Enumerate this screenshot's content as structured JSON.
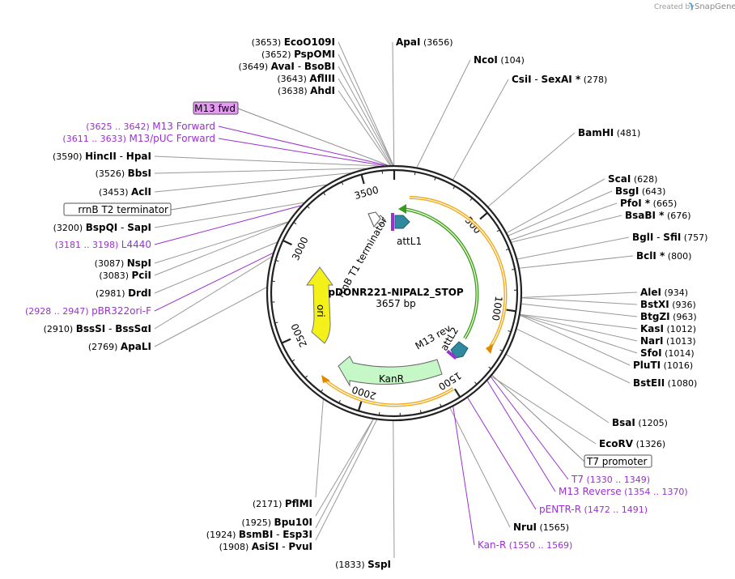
{
  "watermark": "Created by",
  "brand": "SnapGene",
  "plasmid": {
    "name": "pDONR221-NIPAL2_STOP",
    "size": "3657 bp"
  },
  "colors": {
    "backbone": "#222222",
    "primer": "#9b30d0",
    "orange": "#f0a000",
    "green": "#3a9a1a",
    "teal": "#2f8aa0",
    "ori": "#f3f01a",
    "kanr": "#c6f7c6",
    "m13box": "#e59bf2"
  },
  "ticks": [
    "500",
    "1000",
    "1500",
    "2000",
    "2500",
    "3000",
    "3500"
  ],
  "features": {
    "attL1": "attL1",
    "attL2": "attL2",
    "m13rev": "M13 rev",
    "rrnb": "rrnB T1 terminator",
    "ori": "ori",
    "kanr": "KanR"
  },
  "left_sites": [
    {
      "pos": "(3653)",
      "name": "EcoO109I"
    },
    {
      "pos": "(3652)",
      "name": "PspOMI"
    },
    {
      "pos": "(3649)",
      "name": "AvaI",
      "name2": "BsoBI"
    },
    {
      "pos": "(3643)",
      "name": "AflIII"
    },
    {
      "pos": "(3638)",
      "name": "AhdI"
    },
    {
      "box": "M13 fwd"
    },
    {
      "pos": "(3625 .. 3642)",
      "name": "M13 Forward",
      "primer": true
    },
    {
      "pos": "(3611 .. 3633)",
      "name": "M13/pUC Forward",
      "primer": true
    },
    {
      "pos": "(3590)",
      "name": "HincII",
      "name2": "HpaI"
    },
    {
      "pos": "(3526)",
      "name": "BbsI"
    },
    {
      "pos": "(3453)",
      "name": "AclI"
    },
    {
      "box": "rrnB T2 terminator"
    },
    {
      "pos": "(3200)",
      "name": "BspQI",
      "name2": "SapI"
    },
    {
      "pos": "(3181 .. 3198)",
      "name": "L4440",
      "primer": true
    },
    {
      "pos": "(3087)",
      "name": "NspI"
    },
    {
      "pos": "(3083)",
      "name": "PciI"
    },
    {
      "pos": "(2981)",
      "name": "DrdI"
    },
    {
      "pos": "(2928 .. 2947)",
      "name": "pBR322ori-F",
      "primer": true
    },
    {
      "pos": "(2910)",
      "name": "BssSI",
      "name2": "BssSαI"
    },
    {
      "pos": "(2769)",
      "name": "ApaLI"
    }
  ],
  "right_sites": [
    {
      "name": "ApaI",
      "pos": "(3656)"
    },
    {
      "name": "NcoI",
      "pos": "(104)"
    },
    {
      "name": "CsiI",
      "name2": "SexAI *",
      "pos": "(278)"
    },
    {
      "name": "BamHI",
      "pos": "(481)"
    },
    {
      "name": "ScaI",
      "pos": "(628)"
    },
    {
      "name": "BsgI",
      "pos": "(643)"
    },
    {
      "name": "PfoI *",
      "pos": "(665)"
    },
    {
      "name": "BsaBI *",
      "pos": "(676)"
    },
    {
      "name": "BglI",
      "name2": "SfiI",
      "pos": "(757)"
    },
    {
      "name": "BclI *",
      "pos": "(800)"
    },
    {
      "name": "AleI",
      "pos": "(934)"
    },
    {
      "name": "BstXI",
      "pos": "(936)"
    },
    {
      "name": "BtgZI",
      "pos": "(963)"
    },
    {
      "name": "KasI",
      "pos": "(1012)"
    },
    {
      "name": "NarI",
      "pos": "(1013)"
    },
    {
      "name": "SfoI",
      "pos": "(1014)"
    },
    {
      "name": "PluTI",
      "pos": "(1016)"
    },
    {
      "name": "BstEII",
      "pos": "(1080)"
    },
    {
      "name": "BsaI",
      "pos": "(1205)"
    },
    {
      "name": "EcoRV",
      "pos": "(1326)"
    },
    {
      "box": "T7 promoter"
    },
    {
      "name": "T7",
      "pos": "(1330 .. 1349)",
      "primer": true
    },
    {
      "name": "M13 Reverse",
      "pos": "(1354 .. 1370)",
      "primer": true
    },
    {
      "name": "pENTR-R",
      "pos": "(1472 .. 1491)",
      "primer": true
    },
    {
      "name": "NruI",
      "pos": "(1565)"
    },
    {
      "name": "Kan-R",
      "pos": "(1550 .. 1569)",
      "primer": true
    }
  ],
  "bottom_sites": [
    {
      "pos": "(2171)",
      "name": "PflMI"
    },
    {
      "pos": "(1925)",
      "name": "Bpu10I"
    },
    {
      "pos": "(1924)",
      "name": "BsmBI",
      "name2": "Esp3I"
    },
    {
      "pos": "(1908)",
      "name": "AsiSI",
      "name2": "PvuI"
    },
    {
      "pos": "(1833)",
      "name": "SspI"
    }
  ]
}
